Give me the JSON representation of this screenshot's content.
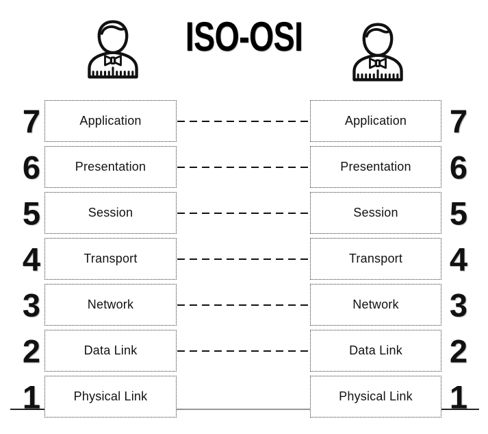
{
  "title": "ISO-OSI",
  "layers": [
    {
      "number": "7",
      "label": "Application"
    },
    {
      "number": "6",
      "label": "Presentation"
    },
    {
      "number": "5",
      "label": "Session"
    },
    {
      "number": "4",
      "label": "Transport"
    },
    {
      "number": "3",
      "label": "Network"
    },
    {
      "number": "2",
      "label": "Data Link"
    },
    {
      "number": "1",
      "label": "Physical Link"
    }
  ],
  "icons": {
    "left": "person-icon",
    "right": "person-icon"
  },
  "colors": {
    "background": "#ffffff",
    "box_border": "#333333",
    "dash_line": "#111111",
    "medium_line_dark": "#222222",
    "medium_line_gray": "#999999",
    "text": "#111111"
  }
}
